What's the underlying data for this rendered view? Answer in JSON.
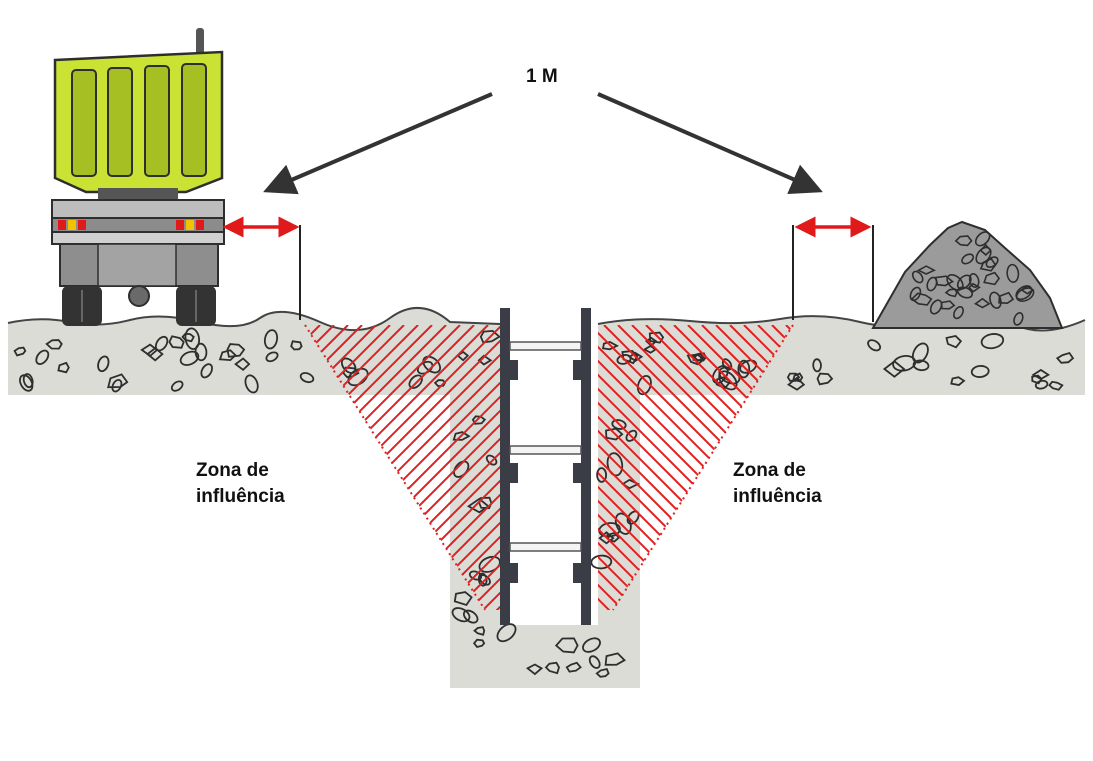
{
  "distance_label": "1 M",
  "zone_left": {
    "line1": "Zona de",
    "line2": "influência"
  },
  "zone_right": {
    "line1": "Zona de",
    "line2": "influência"
  },
  "colors": {
    "soil": "#dcdcd6",
    "stone_outline": "#2e2e2e",
    "hatch": "#e02020",
    "arrow_red": "#e0191b",
    "arrow_dark": "#333333",
    "truck_body": "#c9e234",
    "truck_frame": "#9a9a9a",
    "shoring": "#3a3d45",
    "pile": "#9b9b9b"
  },
  "icons": [
    "dump-truck-icon",
    "spoil-pile-icon",
    "trench-shoring-icon"
  ]
}
